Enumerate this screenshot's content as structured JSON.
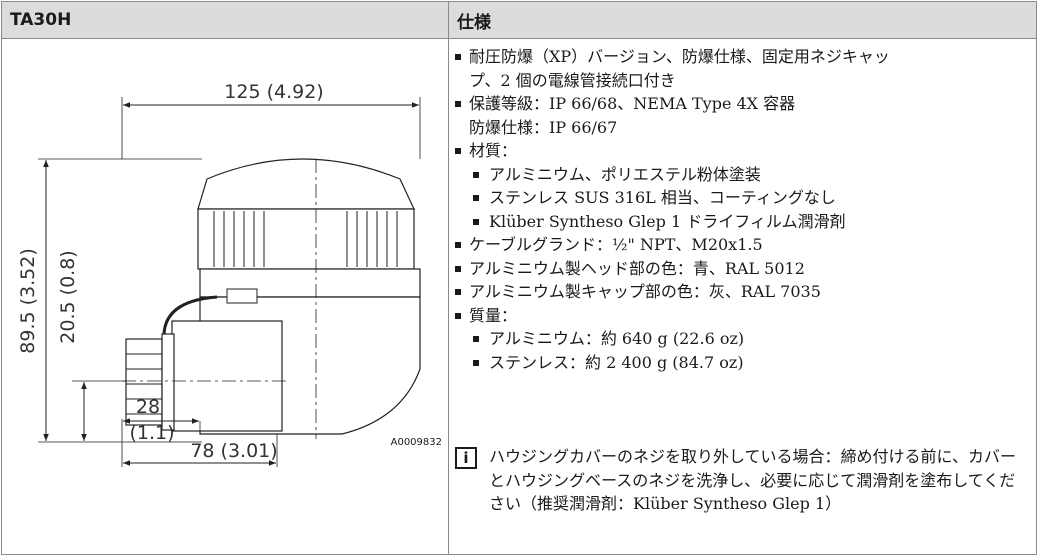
{
  "table": {
    "headers": [
      "TA30H",
      "仕様"
    ]
  },
  "figure": {
    "dim_width_top": "125 (4.92)",
    "dim_height_total": "89.5 (3.52)",
    "dim_height_inner": "20.5 (0.8)",
    "dim_28": "28",
    "dim_11": "(1.1)",
    "dim_78": "78 (3.01)",
    "figure_id": "A0009832"
  },
  "specs": [
    {
      "kind": "bullet",
      "text": "耐圧防爆（XP）バージョン、防爆仕様、固定用ネジキャッ"
    },
    {
      "kind": "cont",
      "text": "プ、2 個の電線管接続口付き"
    },
    {
      "kind": "bullet",
      "text": "保護等級：IP 66/68、NEMA Type 4X 容器"
    },
    {
      "kind": "cont",
      "text": "防爆仕様：IP 66/67"
    },
    {
      "kind": "bullet",
      "text": "材質："
    },
    {
      "kind": "sub",
      "text": "アルミニウム、ポリエステル粉体塗装"
    },
    {
      "kind": "sub",
      "text": "ステンレス SUS 316L 相当、コーティングなし"
    },
    {
      "kind": "sub",
      "text": "Klüber Syntheso Glep 1 ドライフィルム潤滑剤"
    },
    {
      "kind": "bullet",
      "text": "ケーブルグランド：½\" NPT、M20x1.5"
    },
    {
      "kind": "bullet",
      "text": "アルミニウム製ヘッド部の色：青、RAL 5012"
    },
    {
      "kind": "bullet",
      "text": "アルミニウム製キャップ部の色：灰、RAL 7035"
    },
    {
      "kind": "bullet",
      "text": "質量："
    },
    {
      "kind": "sub",
      "text": "アルミニウム：約 640 g (22.6 oz)"
    },
    {
      "kind": "sub",
      "text": "ステンレス：約 2 400 g (84.7 oz)"
    }
  ],
  "note": {
    "icon": "info-icon",
    "icon_glyph": "i",
    "text": "ハウジングカバーのネジを取り外している場合：締め付ける前に、カバーとハウジングベースのネジを洗浄し、必要に応じて潤滑剤を塗布してください（推奨潤滑剤：Klüber Syntheso Glep 1）"
  }
}
